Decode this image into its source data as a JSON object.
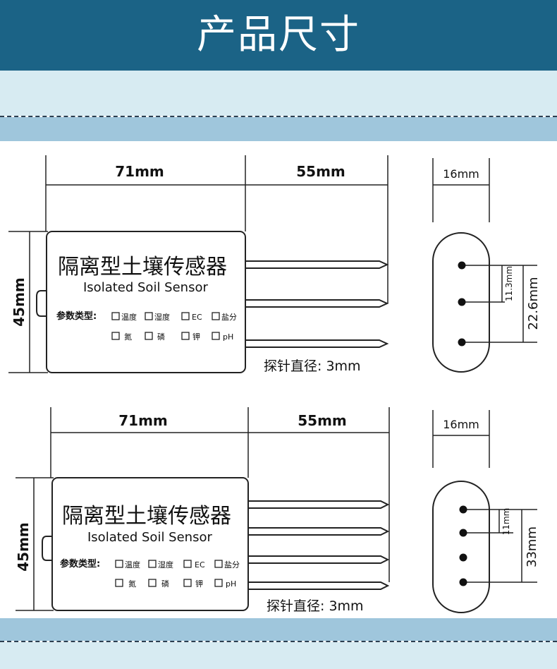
{
  "header": {
    "title": "产品尺寸"
  },
  "colors": {
    "header_bg": "#1b6386",
    "band_light": "#d7ebf2",
    "band_mid": "#9fc6dc",
    "line": "#222222"
  },
  "diagram1": {
    "dim_body_width": "71mm",
    "dim_probe_length": "55mm",
    "dim_height": "45mm",
    "dim_side_width": "16mm",
    "dim_pin_pitch": "11.3mm",
    "dim_pin_span": "22.6mm",
    "title_cn": "隔离型土壤传感器",
    "title_en": "Isolated Soil Sensor",
    "param_label": "参数类型:",
    "params_row1": [
      "温度",
      "湿度",
      "EC",
      "盐分"
    ],
    "params_row2": [
      "氮",
      "磷",
      "钾",
      "pH"
    ],
    "probe_note": "探针直径: 3mm"
  },
  "diagram2": {
    "dim_body_width": "71mm",
    "dim_probe_length": "55mm",
    "dim_height": "45mm",
    "dim_side_width": "16mm",
    "dim_pin_pitch": "11mm",
    "dim_pin_span": "33mm",
    "title_cn": "隔离型土壤传感器",
    "title_en": "Isolated Soil Sensor",
    "param_label": "参数类型:",
    "params_row1": [
      "温度",
      "湿度",
      "EC",
      "盐分"
    ],
    "params_row2": [
      "氮",
      "磷",
      "钾",
      "pH"
    ],
    "probe_note": "探针直径: 3mm"
  }
}
